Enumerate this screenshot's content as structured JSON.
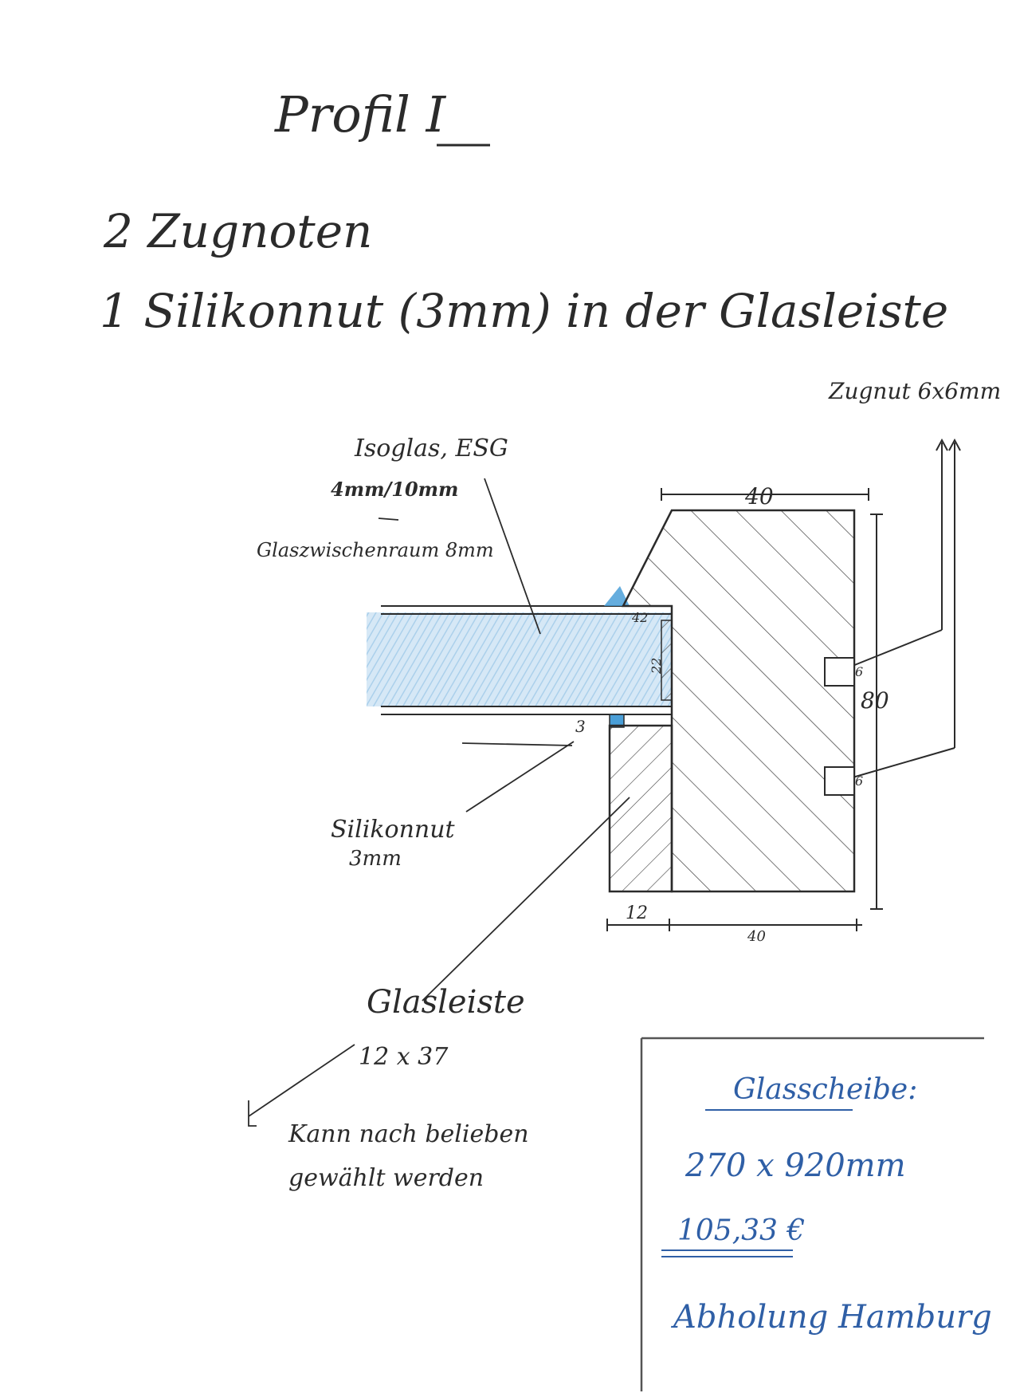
{
  "title": "Profil I",
  "notes": {
    "line1": "2 Zugnoten",
    "line2": "1 Silikonnut (3mm) in der Glasleiste"
  },
  "labels": {
    "zugnut": "Zugnut 6x6mm",
    "isoglas": "Isoglas, ESG",
    "glass_thickness": "4mm/10mm",
    "glaszwischenraum": "Glaszwischenraum 8mm",
    "silikonnut": "Silikonnut",
    "silikonnut_size": "3mm",
    "glasleiste": "Glasleiste",
    "glasleiste_size": "12 x 37",
    "note_arrow": "Kann nach belieben",
    "note_arrow2": "gewählt werden"
  },
  "dimensions": {
    "top_width": "40",
    "height": "80",
    "groove1": "6",
    "groove2": "6",
    "rebate": "42",
    "glass_edge": "22",
    "sil_depth": "3",
    "bottom_leiste": "12",
    "bottom_frame": "40"
  },
  "order_box": {
    "heading": "Glasscheibe:",
    "size": "270 x 920mm",
    "price": "105,33 €",
    "pickup": "Abholung Hamburg"
  },
  "colors": {
    "glass": "#9cc8e8",
    "silicone": "#4a9fd8",
    "ink": "#2b2b2b",
    "blue_ink": "#2f5fa6"
  }
}
